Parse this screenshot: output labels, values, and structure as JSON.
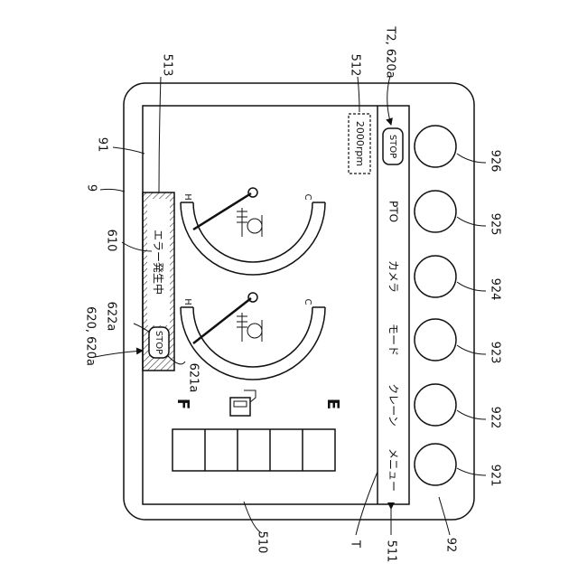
{
  "labels": {
    "l_513": "513",
    "l_512": "512",
    "l_t2": "T2, 620a",
    "l_91": "91",
    "l_9": "9",
    "l_610": "610",
    "l_620": "620, 620a",
    "l_622a": "622a",
    "l_621a": "621a",
    "l_926": "926",
    "l_925": "925",
    "l_924": "924",
    "l_923": "923",
    "l_922": "922",
    "l_921": "921",
    "l_510": "510",
    "l_T": "T",
    "l_511": "511",
    "l_92": "92"
  },
  "screen": {
    "rpm": "2000rpm",
    "stop_top": "STOP",
    "stop_left": "STOP",
    "error": "エラー発生中",
    "gauge_h": "H",
    "gauge_c": "C",
    "fuel_f": "F",
    "fuel_e": "E"
  },
  "menu": {
    "items": [
      "メニュー",
      "クレーン",
      "モード",
      "カメラ",
      "PTO"
    ]
  }
}
